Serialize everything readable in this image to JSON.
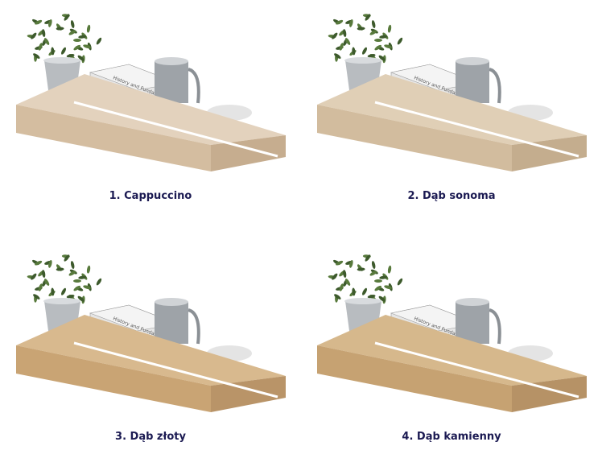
{
  "variants": [
    {
      "label": "1. Cappuccino",
      "top": "#e3d2bd",
      "front": "#d4bda0",
      "side": "#c6ad8f"
    },
    {
      "label": "2. Dąb sonoma",
      "top": "#e0cfb6",
      "front": "#d2bc9e",
      "side": "#c4ad8e"
    },
    {
      "label": "3. Dąb złoty",
      "top": "#d8b98e",
      "front": "#c9a474",
      "side": "#b99468"
    },
    {
      "label": "4. Dąb kamienny",
      "top": "#d6b88c",
      "front": "#c6a272",
      "side": "#b69266"
    }
  ],
  "book_text": "History and Fundamentals"
}
